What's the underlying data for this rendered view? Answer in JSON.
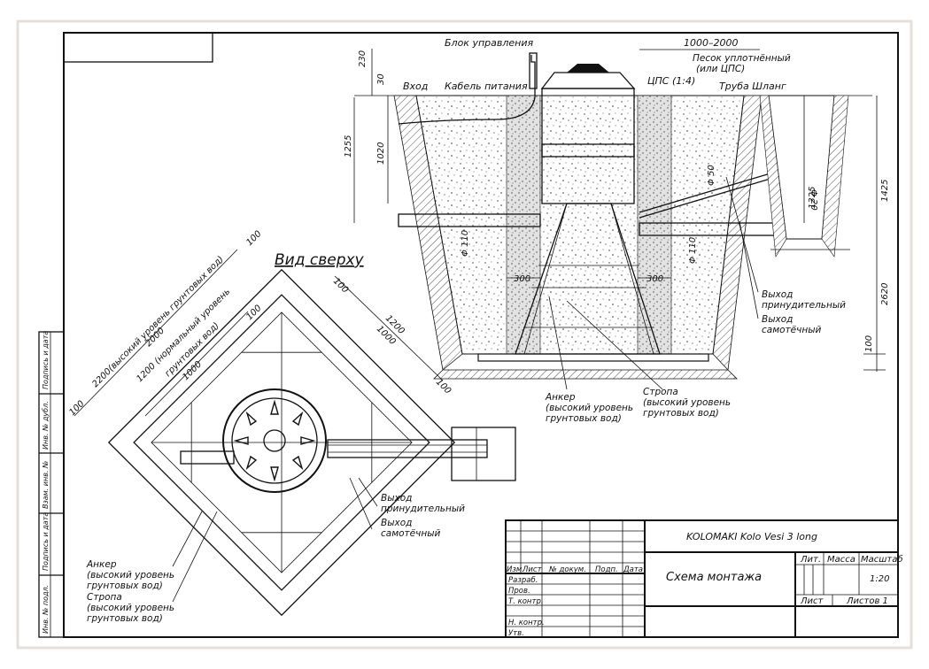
{
  "colors": {
    "ink": "#111111",
    "sand": "#d9d9d9",
    "paper": "#ffffff",
    "frame_shadow": "#e8e3de"
  },
  "section": {
    "control_unit": "Блок управления",
    "entry": "Вход",
    "power_cable": "Кабель питания",
    "cps": "ЦПС (1:4)",
    "sand": "Песок уплотнённый",
    "sand_alt": "(или ЦПС)",
    "hose": "Труба Шланг",
    "width_range": "1000–2000",
    "dim_230": "230",
    "dim_30": "30",
    "dim_1255": "1255",
    "dim_1020": "1020",
    "dim_1325": "1325",
    "dim_1425": "1425",
    "dim_2620": "2620",
    "dim_100": "100",
    "dim_300_left": "300",
    "dim_300_right": "300",
    "phi_110_left": "Φ 110",
    "phi_110_right": "Φ 110",
    "phi_50": "Φ 50",
    "phi_20": "Φ 20",
    "outlet_forced": "Выход",
    "outlet_forced_2": "принудительный",
    "outlet_gravity": "Выход",
    "outlet_gravity_2": "самотёчный",
    "anchor": "Анкер",
    "anchor_2": "(высокий уровень",
    "anchor_3": "грунтовых вод)",
    "sling": "Стропа",
    "sling_2": "(высокий уровень",
    "sling_3": "грунтовых вод)"
  },
  "topview": {
    "title": "Вид сверху",
    "dim_high": "2200(высокий уровень грунтовых вод)",
    "dim_2000": "2000",
    "dim_normal": "1200 (нормальный уровень",
    "dim_normal_2": "грунтовых вод)",
    "dim_1000": "1000",
    "dim_1200": "1200",
    "dim_1000b": "1000",
    "dim_100a": "100",
    "dim_100b": "100",
    "dim_100c": "100",
    "dim_100d": "100",
    "dim_100e": "100",
    "outlet_forced": "Выход",
    "outlet_forced_2": "принудительный",
    "outlet_gravity": "Выход",
    "outlet_gravity_2": "самотёчный",
    "anchor": "Анкер",
    "anchor_2": "(высокий уровень",
    "anchor_3": "грунтовых вод)",
    "sling": "Стропа",
    "sling_2": "(высокий уровень",
    "sling_3": "грунтовых вод)"
  },
  "side_stamp": [
    "Подпись и дата",
    "Инв. № дубл.",
    "Взам. инв. №",
    "Подпись и дата",
    "Инв. № подл."
  ],
  "title_block": {
    "product": "KOLOMAKI Kolo Vesi 3 long",
    "drawing": "Схема монтажа",
    "col_izm": "Изм.",
    "col_list": "Лист",
    "col_doc": "№ докум.",
    "col_sign": "Подп.",
    "col_date": "Дата",
    "row_razrab": "Разраб.",
    "row_prov": "Пров.",
    "row_tkontr": "Т. контр.",
    "row_nkontr": "Н. контр.",
    "row_utv": "Утв.",
    "lit": "Лит.",
    "mass": "Масса",
    "scale": "Масштаб",
    "scale_value": "1:20",
    "sheet": "Лист",
    "sheets": "Листов 1"
  }
}
